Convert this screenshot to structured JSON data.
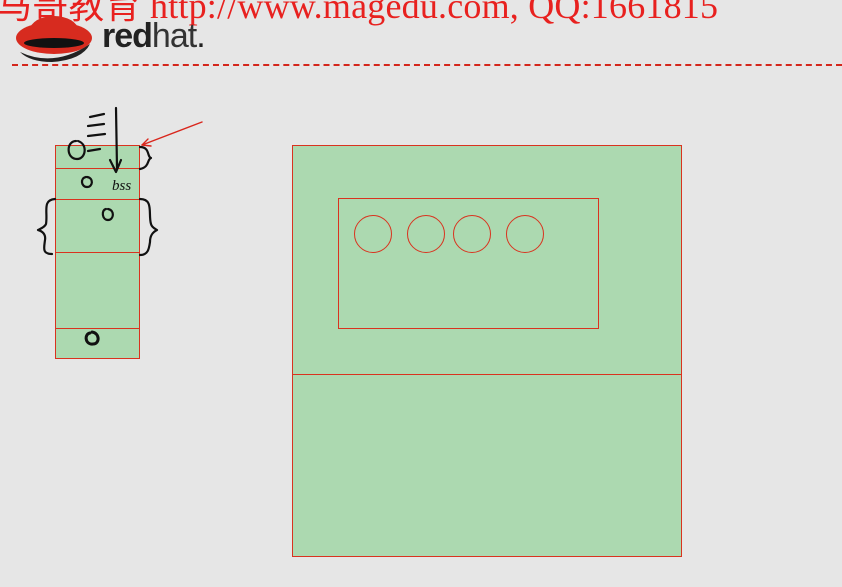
{
  "watermark": {
    "text": "马哥教育 http://www.magedu.com, QQ:1661815"
  },
  "logo": {
    "brand_bold": "red",
    "brand_light": "hat",
    "trademark": "."
  },
  "colors": {
    "accent": "#e8211f",
    "box_fill": "#acd9b0",
    "border": "#d9331f",
    "background": "#e6e6e6"
  },
  "annotations": {
    "bss_label": "bss"
  },
  "diagram": {
    "circle_count": 4
  }
}
